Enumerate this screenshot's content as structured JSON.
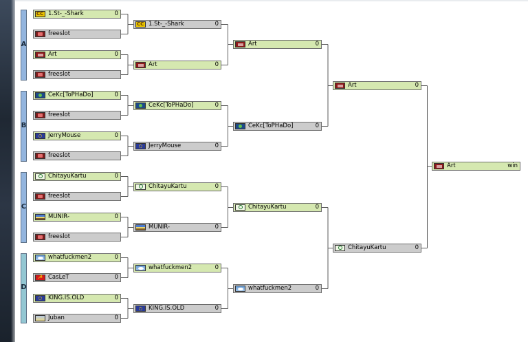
{
  "groups": [
    {
      "label": "A",
      "color": "#93b5de"
    },
    {
      "label": "B",
      "color": "#93b5de"
    },
    {
      "label": "C",
      "color": "#93b5de"
    },
    {
      "label": "D",
      "color": "#93c7d3"
    }
  ],
  "round1": [
    {
      "name": "1.St-_-Shark",
      "score": "0",
      "icon": "cc-clan-icon",
      "state": "win"
    },
    {
      "name": "freeslot",
      "score": "",
      "icon": "gray-race-icon",
      "state": "lose"
    },
    {
      "name": "Art",
      "score": "0",
      "icon": "clan-flag-icon",
      "state": "win"
    },
    {
      "name": "freeslot",
      "score": "",
      "icon": "gray-race-icon",
      "state": "lose"
    },
    {
      "name": "CeKc[ToPHaDo]",
      "score": "0",
      "icon": "globe-icon",
      "state": "win"
    },
    {
      "name": "freeslot",
      "score": "",
      "icon": "gray-race-icon",
      "state": "lose"
    },
    {
      "name": "JerryMouse",
      "score": "0",
      "icon": "eu-flag-icon",
      "state": "win"
    },
    {
      "name": "freeslot",
      "score": "",
      "icon": "gray-race-icon",
      "state": "lose"
    },
    {
      "name": "ChitayuKartu",
      "score": "0",
      "icon": "green-emblem-icon",
      "state": "win"
    },
    {
      "name": "freeslot",
      "score": "",
      "icon": "gray-race-icon",
      "state": "lose"
    },
    {
      "name": "MUNIR-",
      "score": "0",
      "icon": "striped-flag-icon",
      "state": "win"
    },
    {
      "name": "freeslot",
      "score": "",
      "icon": "gray-race-icon",
      "state": "lose"
    },
    {
      "name": "whatfuckmen2",
      "score": "0",
      "icon": "bird-icon",
      "state": "win"
    },
    {
      "name": "CasLeT",
      "score": "0",
      "icon": "red-flag-icon",
      "state": "lose"
    },
    {
      "name": "KING.IS.OLD",
      "score": "0",
      "icon": "eu-flag-icon",
      "state": "win"
    },
    {
      "name": "Juban",
      "score": "0",
      "icon": "sky-flag-icon",
      "state": "lose"
    }
  ],
  "round2": [
    {
      "name": "1.St-_-Shark",
      "score": "0",
      "icon": "cc-clan-icon",
      "state": "lose"
    },
    {
      "name": "Art",
      "score": "0",
      "icon": "clan-flag-icon",
      "state": "win"
    },
    {
      "name": "CeKc[ToPHaDo]",
      "score": "0",
      "icon": "globe-icon",
      "state": "win"
    },
    {
      "name": "JerryMouse",
      "score": "0",
      "icon": "eu-flag-icon",
      "state": "lose"
    },
    {
      "name": "ChitayuKartu",
      "score": "0",
      "icon": "green-emblem-icon",
      "state": "win"
    },
    {
      "name": "MUNIR-",
      "score": "0",
      "icon": "striped-flag-icon",
      "state": "lose"
    },
    {
      "name": "whatfuckmen2",
      "score": "0",
      "icon": "bird-icon",
      "state": "win"
    },
    {
      "name": "KING.IS.OLD",
      "score": "0",
      "icon": "eu-flag-icon",
      "state": "lose"
    }
  ],
  "round3": [
    {
      "name": "Art",
      "score": "0",
      "icon": "clan-flag-icon",
      "state": "win"
    },
    {
      "name": "CeKc[ToPHaDo]",
      "score": "0",
      "icon": "globe-icon",
      "state": "lose"
    },
    {
      "name": "ChitayuKartu",
      "score": "0",
      "icon": "green-emblem-icon",
      "state": "win"
    },
    {
      "name": "whatfuckmen2",
      "score": "0",
      "icon": "bird-icon",
      "state": "lose"
    }
  ],
  "round4": [
    {
      "name": "Art",
      "score": "0",
      "icon": "clan-flag-icon",
      "state": "win"
    },
    {
      "name": "ChitayuKartu",
      "score": "0",
      "icon": "green-emblem-icon",
      "state": "lose"
    }
  ],
  "final": [
    {
      "name": "Art",
      "score": "win",
      "icon": "clan-flag-icon",
      "state": "win"
    }
  ]
}
